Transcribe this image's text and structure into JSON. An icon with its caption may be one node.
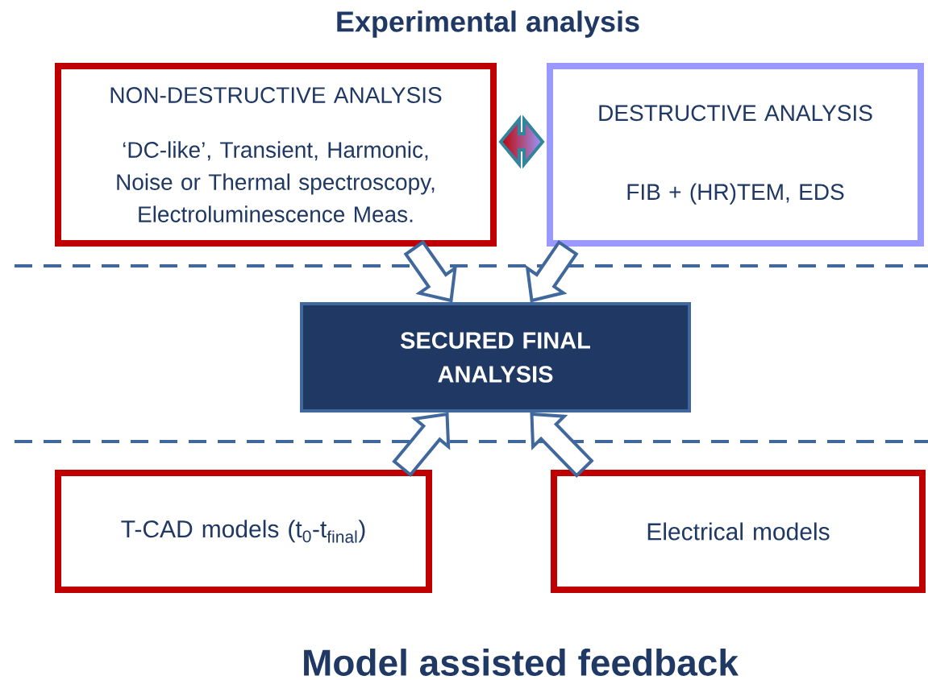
{
  "diagram": {
    "nodes": [
      {
        "text": [
          "NON-DESTRUCTIVE ANALYSIS",
          "‘DC-like’, Transient, Harmonic, Noise or Thermal spectroscopy, Electroluminescence Meas."
        ]
      },
      {
        "text": [
          "DESTRUCTIVE ANALYSIS",
          "FIB  + (HR)TEM, EDS"
        ]
      },
      {
        "text": [
          "SECURED FINAL ANALYSIS"
        ]
      },
      {
        "text": [
          "T-CAD models (t$_{0}$-t$_{final}$)"
        ]
      },
      {
        "text": [
          "Electrical models"
        ]
      }
    ],
    "edges": [
      {
        "from": 0,
        "to": 1,
        "arrow": "both",
        "color": "#31859c"
      },
      {
        "from": 0,
        "to": 2,
        "arrow": "to"
      },
      {
        "from": 1,
        "to": 2,
        "arrow": "to"
      },
      {
        "from": 3,
        "to": 2,
        "arrow": "to"
      },
      {
        "from": 4,
        "to": 2,
        "arrow": "to"
      }
    ],
    "labels": [
      "Experimental analysis",
      "Model assisted feedback"
    ]
  }
}
